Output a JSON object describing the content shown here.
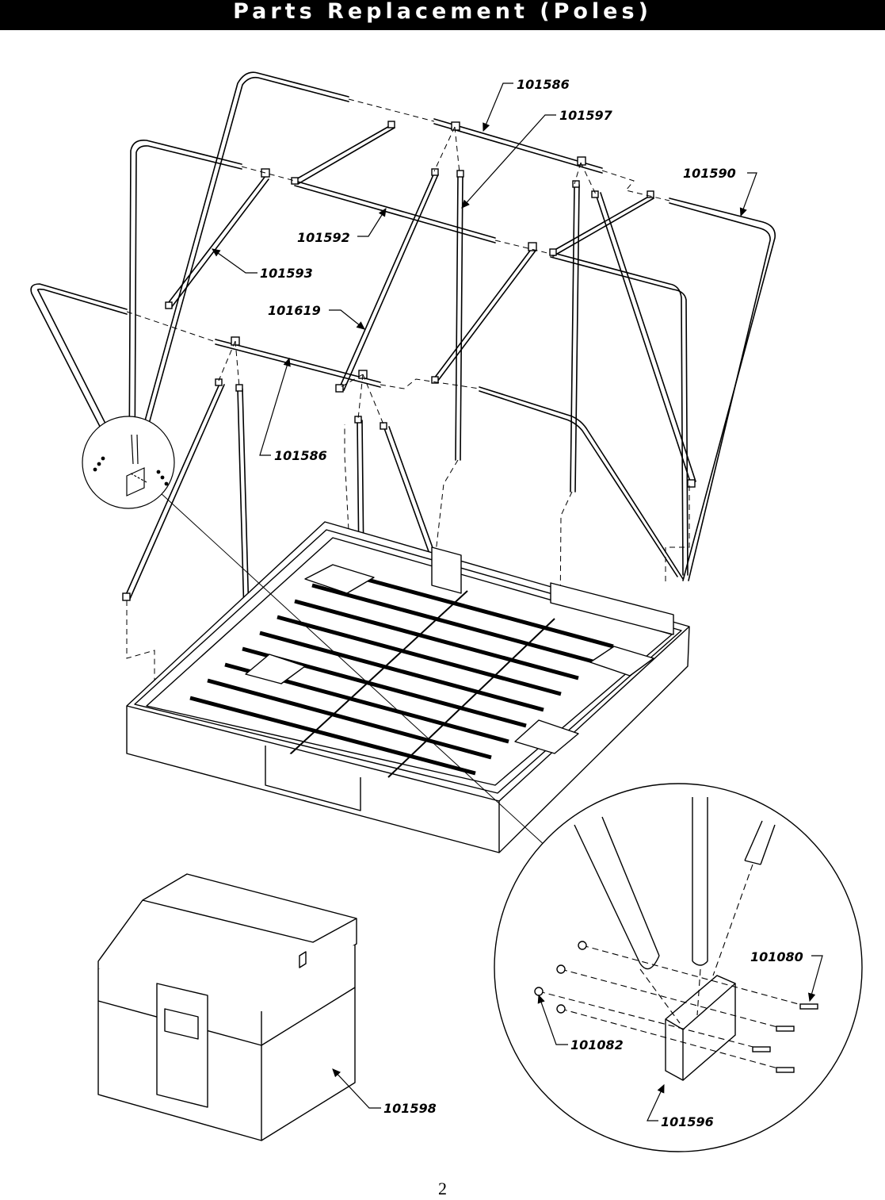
{
  "header": {
    "title": "Parts Replacement (Poles)"
  },
  "colors": {
    "header_bg": "#000000",
    "header_text": "#ffffff",
    "line": "#000000"
  },
  "callouts": [
    {
      "id": "101586-top",
      "label": "101586"
    },
    {
      "id": "101597",
      "label": "101597"
    },
    {
      "id": "101590",
      "label": "101590"
    },
    {
      "id": "101592",
      "label": "101592"
    },
    {
      "id": "101593",
      "label": "101593"
    },
    {
      "id": "101619",
      "label": "101619"
    },
    {
      "id": "101586-mid",
      "label": "101586"
    },
    {
      "id": "101080",
      "label": "101080"
    },
    {
      "id": "101082",
      "label": "101082"
    },
    {
      "id": "101598",
      "label": "101598"
    },
    {
      "id": "101596",
      "label": "101596"
    }
  ],
  "footer": {
    "page_number": "2"
  }
}
